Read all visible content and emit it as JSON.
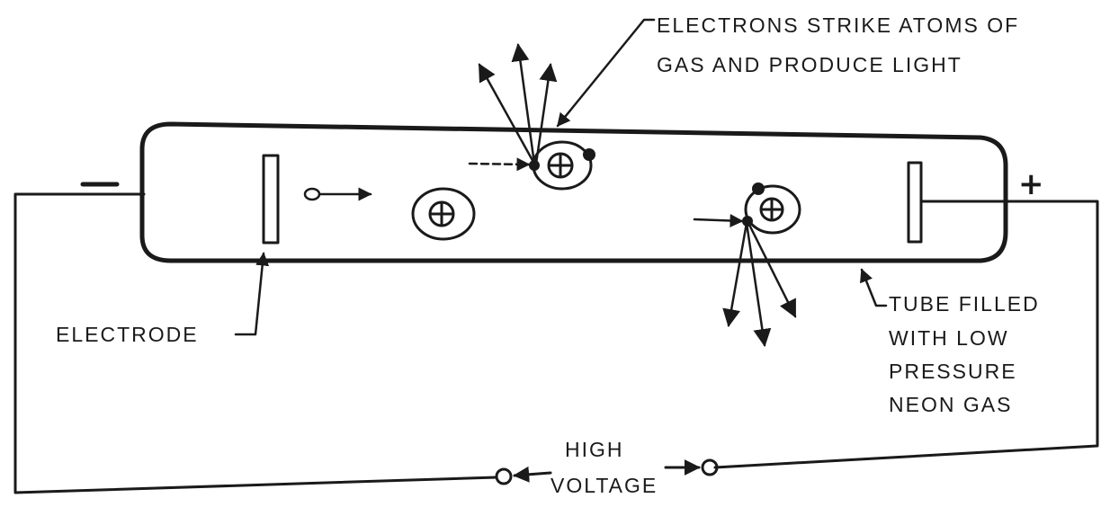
{
  "labels": {
    "collision_line1": "ELECTRONS  STRIKE ATOMS OF",
    "collision_line2": "GAS  AND PRODUCE LIGHT",
    "electrode": "ELECTRODE",
    "tube_line1": "TUBE FILLED",
    "tube_line2": "WITH LOW",
    "tube_line3": "PRESSURE",
    "tube_line4": "NEON GAS",
    "voltage_line1": "HIGH",
    "voltage_line2": "VOLTAGE"
  },
  "terminals": {
    "negative": "−",
    "positive": "+"
  },
  "atom_symbol": "⊕",
  "colors": {
    "ink": "#1a1a1a",
    "background": "#ffffff"
  }
}
